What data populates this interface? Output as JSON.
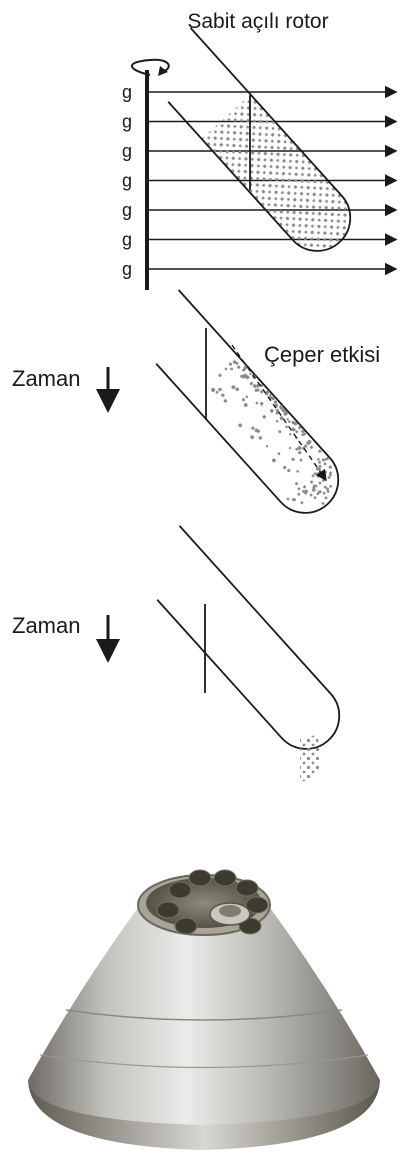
{
  "title": "Sabit açılı rotor",
  "force_label": "g",
  "force_count": 7,
  "wall_effect_label": "Çeper etkisi",
  "time_label": "Zaman",
  "stages": [
    "dispersed particles",
    "particles accumulating along outer wall",
    "pellet at tube bottom"
  ],
  "photo": "fixed-angle rotor (metal cone with tube holes)",
  "colors": {
    "line": "#1a1a1a",
    "particle": "#8c8c8c",
    "metal": "#b9b9b7"
  }
}
